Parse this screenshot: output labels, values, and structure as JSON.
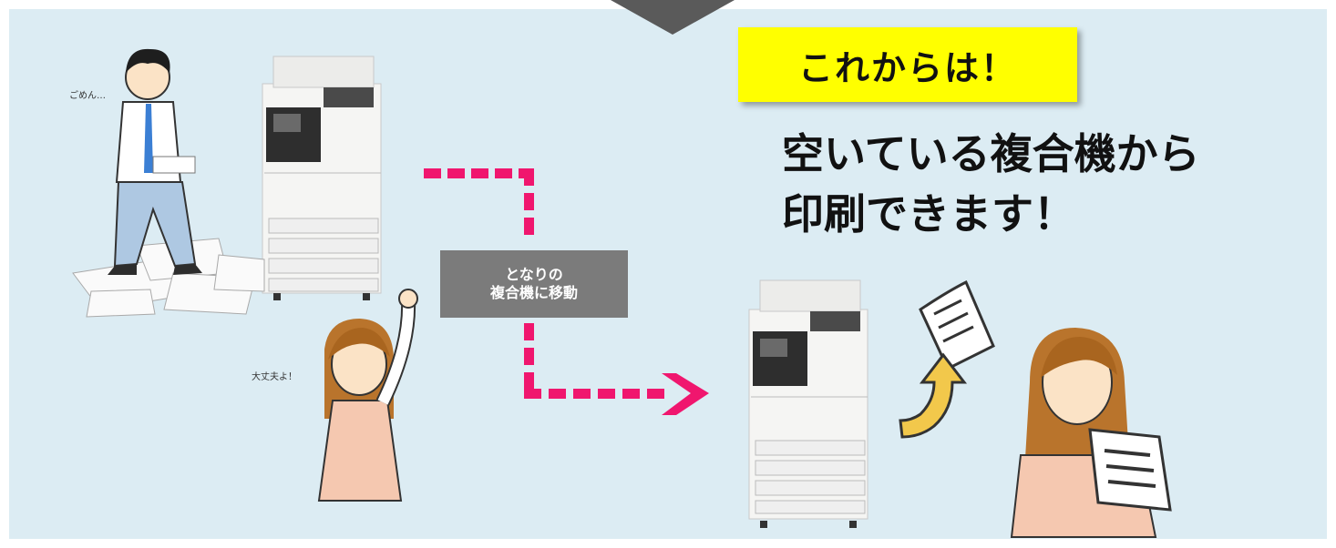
{
  "header": {
    "highlight": "これからは！"
  },
  "headline": {
    "line1": "空いている複合機から",
    "line2": "印刷できます！"
  },
  "route": {
    "label_line1": "となりの",
    "label_line2": "複合機に移動"
  },
  "left_scene": {
    "man_speech": "ごめん…",
    "woman_speech": "大丈夫よ！"
  },
  "colors": {
    "panel_bg": "#dcecf3",
    "highlight_bg": "#ffff00",
    "arrow": "#f0166e",
    "label_bg": "#7b7b7b",
    "top_arrow": "#5a5a5a"
  }
}
